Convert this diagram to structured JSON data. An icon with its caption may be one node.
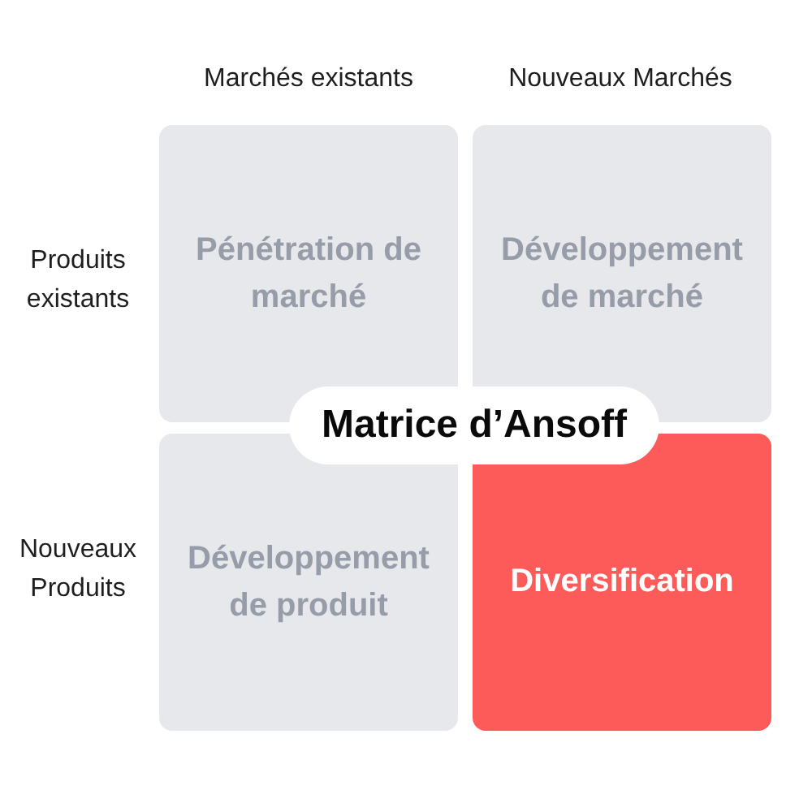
{
  "diagram": {
    "title": "Matrice d’Ansoff",
    "nodes": [
      {
        "text": [
          "Pénétration de marché"
        ]
      },
      {
        "text": [
          "Développement de marché"
        ]
      },
      {
        "text": [
          "Développement de produit"
        ]
      },
      {
        "text": [
          "Diversification"
        ]
      }
    ],
    "labels": [
      "Marchés existants",
      "Nouveaux Marchés",
      "Produits existants",
      "Nouveaux Produits"
    ]
  }
}
